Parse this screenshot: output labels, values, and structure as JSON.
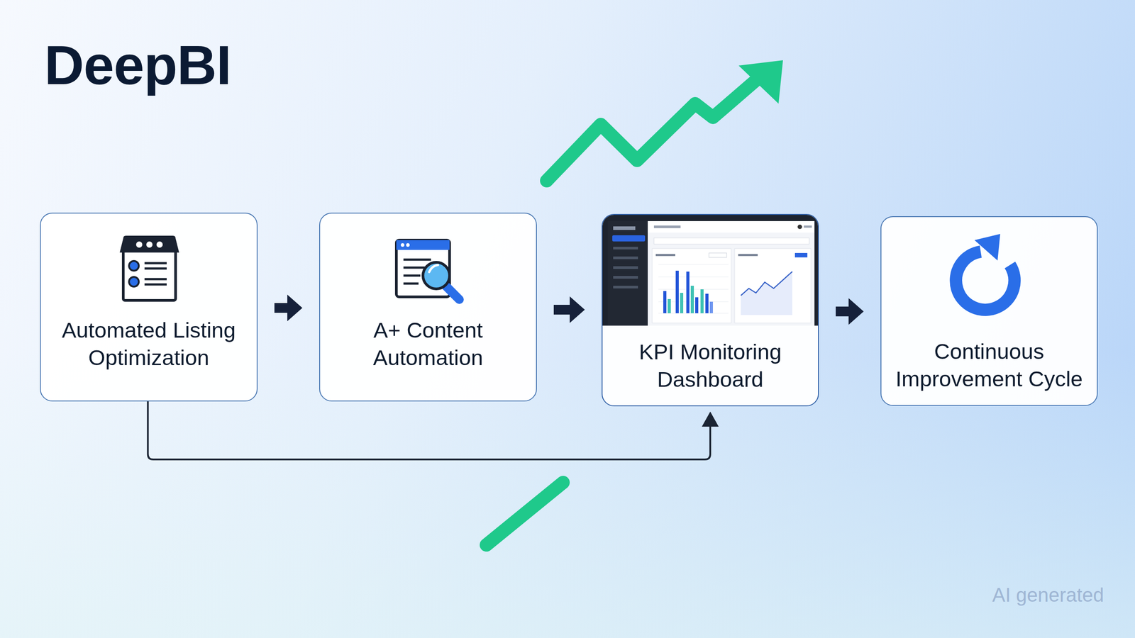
{
  "diagram": {
    "title": "DeepBI",
    "nodes": [
      {
        "text": [
          "Automated Listing Optimization"
        ]
      },
      {
        "text": [
          "A+ Content Automation"
        ]
      },
      {
        "text": [
          "KPI Monitoring Dashboard"
        ]
      },
      {
        "text": [
          "Continuous Improvement Cycle"
        ]
      }
    ],
    "edges": [
      {
        "from": 0,
        "to": 1,
        "arrow": "to"
      },
      {
        "from": 1,
        "to": 2,
        "arrow": "to"
      },
      {
        "from": 2,
        "to": 3,
        "arrow": "to"
      },
      {
        "from": 0,
        "to": 2,
        "arrow": "to"
      }
    ],
    "labels": [
      "AI generated"
    ]
  }
}
